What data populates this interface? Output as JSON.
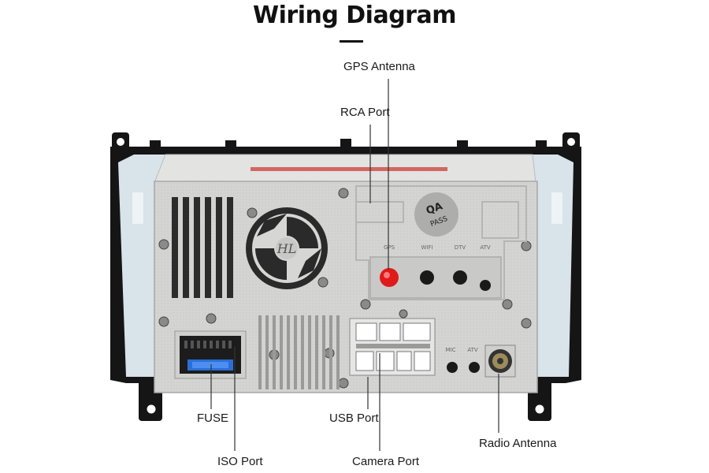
{
  "title": "Wiring Diagram",
  "unit_logo_text": "HL",
  "qa_sticker": [
    "QA",
    "PASS"
  ],
  "panel_port_labels": {
    "gps": "GPS",
    "wifi": "WIFI",
    "dtv": "DTV",
    "atv": "ATV",
    "mic": "MIC",
    "atv2": "ATV"
  },
  "labels": {
    "gps_antenna": "GPS Antenna",
    "rca_port": "RCA Port",
    "fuse": "FUSE",
    "usb_port": "USB Port",
    "radio_antenna": "Radio Antenna",
    "iso_port": "ISO Port",
    "camera_port": "Camera Port"
  },
  "colors": {
    "frame": "#151515",
    "bezel": "#d8e3ea",
    "chassis": "#d6d6d4",
    "gps_connector": "#e01a1a"
  }
}
